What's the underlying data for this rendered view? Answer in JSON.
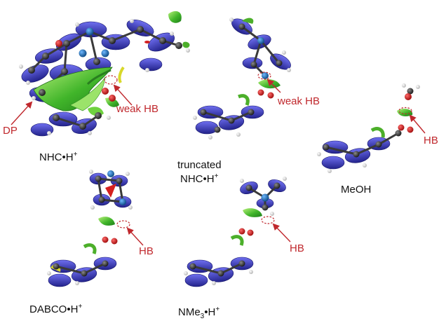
{
  "panels": [
    {
      "id": "nhc",
      "label_main": "NHC•H",
      "label_sup": "+"
    },
    {
      "id": "truncated",
      "label_line1": "truncated",
      "label_main": "NHC•H",
      "label_sup": "+"
    },
    {
      "id": "meoh",
      "label_main": "MeOH"
    },
    {
      "id": "dabco",
      "label_main": "DABCO•H",
      "label_sup": "+"
    },
    {
      "id": "nme3",
      "label_pre": "NMe",
      "label_sub": "3",
      "label_main": "•H",
      "label_sup": "+"
    }
  ],
  "annotations": {
    "weak_hb": "weak HB",
    "dp": "DP",
    "hb": "HB"
  },
  "colors": {
    "annotation": "#c0282d",
    "carbon": "#3a3a3a",
    "ring_surface": "#3b3bb0",
    "oxygen": "#d42020",
    "nitrogen": "#1f6fb5",
    "hydrogen": "#f2f2f2",
    "nci_surface": "#4caf2a",
    "label": "#111111"
  }
}
